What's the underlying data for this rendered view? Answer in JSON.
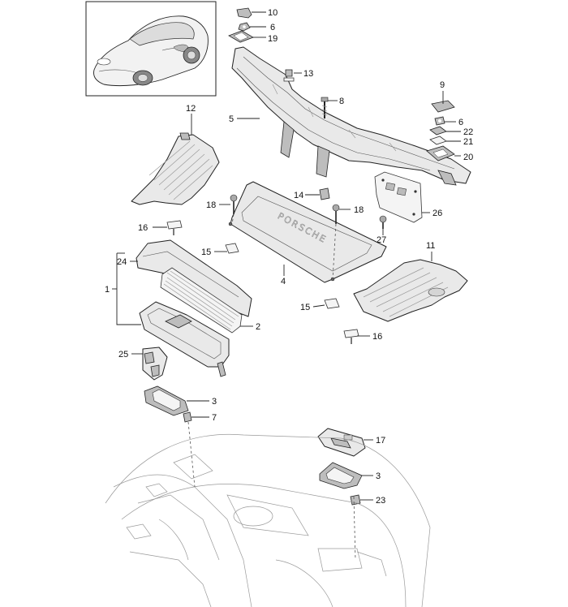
{
  "callouts": {
    "c1": "1",
    "c2": "2",
    "c3a": "3",
    "c3b": "3",
    "c4": "4",
    "c5": "5",
    "c6a": "6",
    "c6b": "6",
    "c7": "7",
    "c8": "8",
    "c9": "9",
    "c10": "10",
    "c11": "11",
    "c12": "12",
    "c13": "13",
    "c14": "14",
    "c15a": "15",
    "c15b": "15",
    "c16a": "16",
    "c16b": "16",
    "c17": "17",
    "c18a": "18",
    "c18b": "18",
    "c19": "19",
    "c20": "20",
    "c21": "21",
    "c22": "22",
    "c23": "23",
    "c24": "24",
    "c25": "25",
    "c26": "26",
    "c27": "27"
  },
  "panel_embossing": "PORSCHE"
}
